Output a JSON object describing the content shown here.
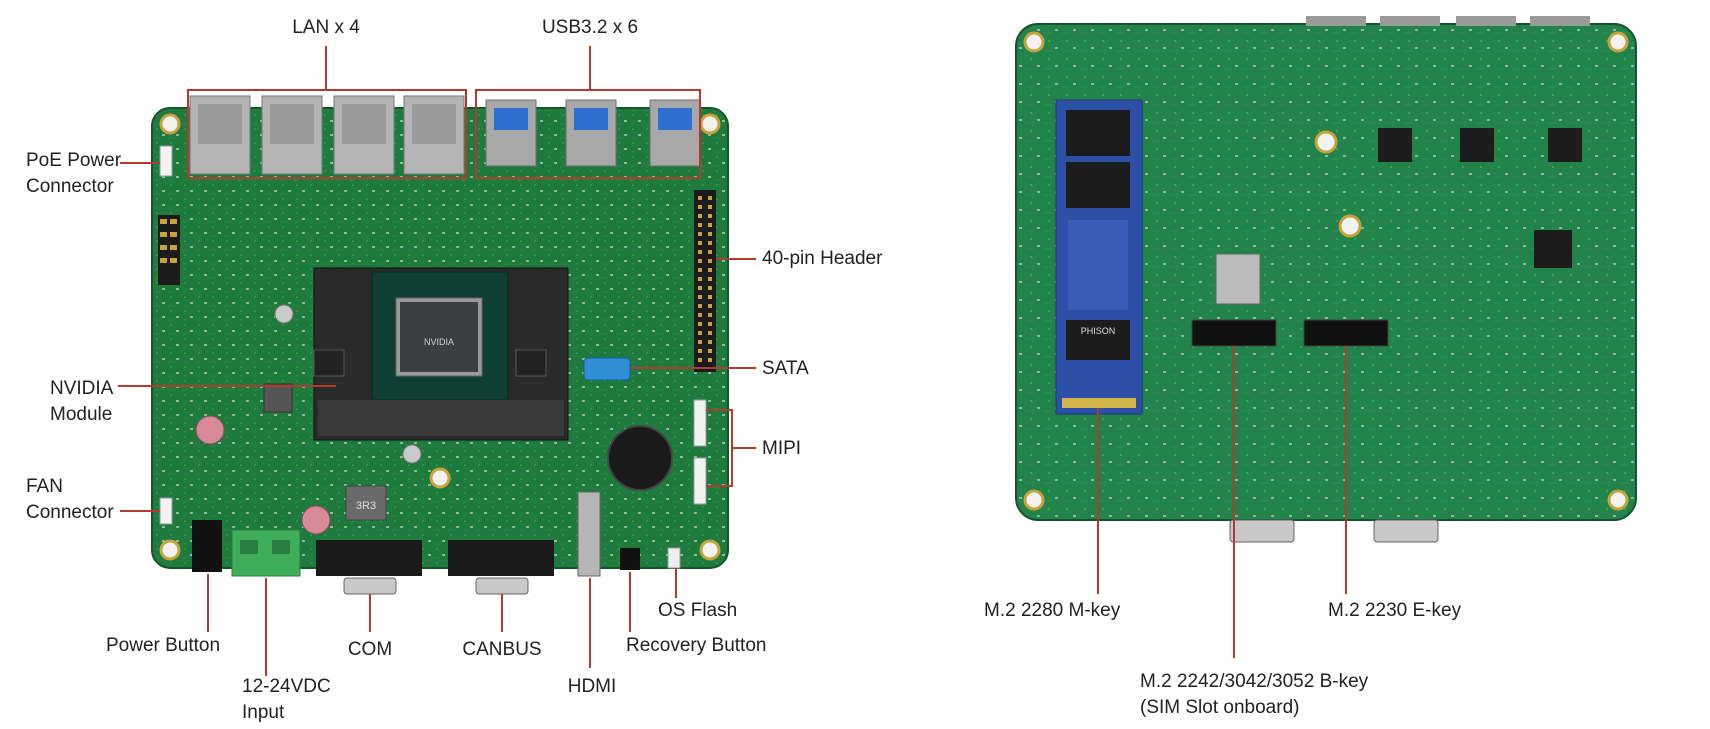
{
  "labels": {
    "lan": "LAN x 4",
    "usb": "USB3.2 x 6",
    "poe_line1": "PoE Power",
    "poe_line2": "Connector",
    "header40": "40-pin Header",
    "nvidia_line1": "NVIDIA",
    "nvidia_line2": "Module",
    "sata": "SATA",
    "mipi": "MIPI",
    "fan_line1": "FAN",
    "fan_line2": "Connector",
    "os_flash": "OS Flash",
    "power_button": "Power Button",
    "com": "COM",
    "canbus": "CANBUS",
    "recovery_button": "Recovery Button",
    "vdc_line1": "12-24VDC",
    "vdc_line2": "Input",
    "hdmi": "HDMI",
    "m2_mkey": "M.2 2280 M-key",
    "m2_ekey": "M.2 2230 E-key",
    "m2_bkey_line1": "M.2 2242/3042/3052 B-key",
    "m2_bkey_line2": "(SIM Slot onboard)"
  },
  "chip_marks": {
    "nvidia_die": "NVIDIA",
    "fan_label": "3R3",
    "ssd_brand": "PHISON"
  },
  "colors": {
    "pcb": "#1f7a3e",
    "pcb_dark": "#14562a",
    "callout": "#b23a2f",
    "text": "#222222",
    "sata_blue": "#2f8fd6",
    "terminal_green": "#3fae5a",
    "ssd_blue": "#2c4fa8"
  }
}
